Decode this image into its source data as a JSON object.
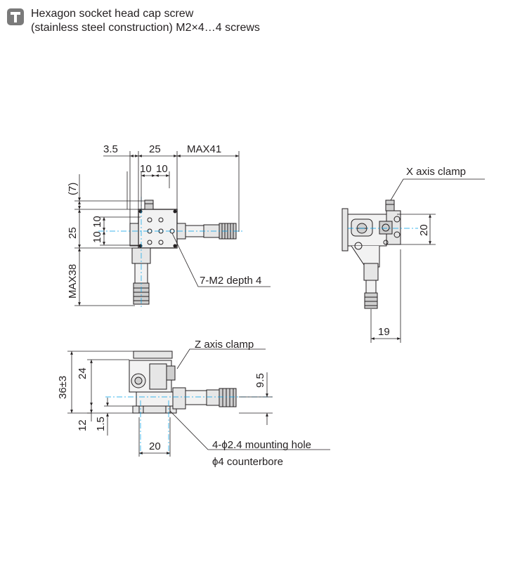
{
  "header": {
    "icon": "screw-icon",
    "line1": "Hexagon socket head cap screw",
    "line2": "(stainless steel construction) M2×4…4 screws"
  },
  "top_view": {
    "dim_3_5": "3.5",
    "dim_25_h": "25",
    "dim_max41": "MAX41",
    "dim_10_a": "10",
    "dim_10_b": "10",
    "dim_7": "(7)",
    "dim_25_v": "25",
    "dim_10_v_a": "10",
    "dim_10_v_b": "10",
    "dim_max38": "MAX38",
    "callout_tapped": "7-M2 depth 4"
  },
  "side_view": {
    "callout_x_clamp": "X axis clamp",
    "dim_20": "20",
    "dim_19": "19"
  },
  "front_view": {
    "callout_z_clamp": "Z axis clamp",
    "dim_36": "36±3",
    "dim_24": "24",
    "dim_12": "12",
    "dim_1_5": "1.5",
    "dim_9_5": "9.5",
    "dim_20": "20",
    "callout_mount_1": "4-ϕ2.4 mounting hole",
    "callout_mount_2": "ϕ4 counterbore"
  },
  "colors": {
    "line": "#231f20",
    "dim_line": "#00a0e9",
    "part_fill": "#e6e6e6",
    "part_dark": "#8a8a8a",
    "icon_bg": "#7a7a7a"
  }
}
